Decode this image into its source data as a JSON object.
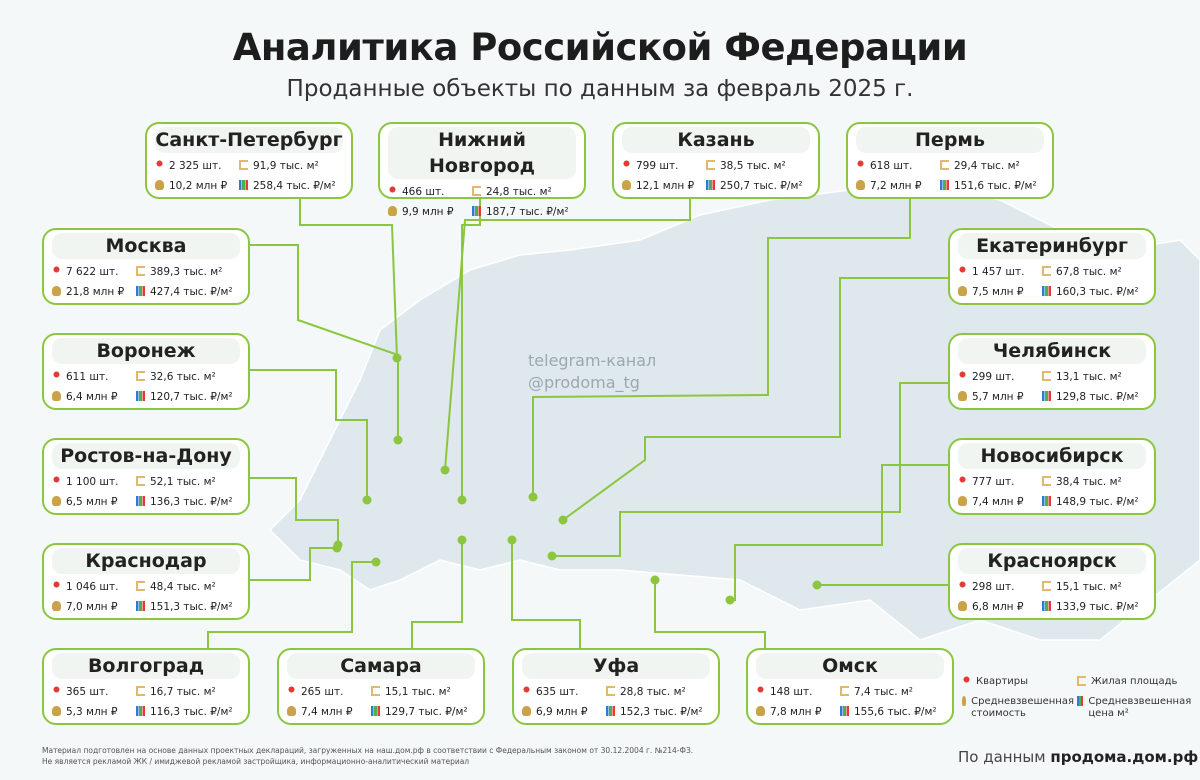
{
  "header": {
    "title": "Аналитика Российской Федерации",
    "subtitle": "Проданные объекты по данным за февраль 2025 г."
  },
  "watermark": {
    "line1": "telegram-канал",
    "line2": "@prodoma_tg"
  },
  "accent_color": "#8cc63f",
  "cities": [
    {
      "name": "Санкт-Петербург",
      "count": "2 325 шт.",
      "area": "91,9 тыс. м²",
      "price": "10,2 млн ₽",
      "price_m2": "258,4 тыс. ₽/м²"
    },
    {
      "name": "Нижний Новгород",
      "count": "466 шт.",
      "area": "24,8 тыс. м²",
      "price": "9,9 млн ₽",
      "price_m2": "187,7 тыс. ₽/м²"
    },
    {
      "name": "Казань",
      "count": "799 шт.",
      "area": "38,5 тыс. м²",
      "price": "12,1 млн ₽",
      "price_m2": "250,7 тыс. ₽/м²"
    },
    {
      "name": "Пермь",
      "count": "618 шт.",
      "area": "29,4 тыс. м²",
      "price": "7,2 млн ₽",
      "price_m2": "151,6 тыс. ₽/м²"
    },
    {
      "name": "Москва",
      "count": "7 622 шт.",
      "area": "389,3 тыс. м²",
      "price": "21,8 млн ₽",
      "price_m2": "427,4 тыс. ₽/м²"
    },
    {
      "name": "Воронеж",
      "count": "611 шт.",
      "area": "32,6 тыс. м²",
      "price": "6,4 млн ₽",
      "price_m2": "120,7 тыс. ₽/м²"
    },
    {
      "name": "Ростов-на-Дону",
      "count": "1 100 шт.",
      "area": "52,1 тыс. м²",
      "price": "6,5 млн ₽",
      "price_m2": "136,3 тыс. ₽/м²"
    },
    {
      "name": "Краснодар",
      "count": "1 046 шт.",
      "area": "48,4 тыс. м²",
      "price": "7,0 млн ₽",
      "price_m2": "151,3 тыс. ₽/м²"
    },
    {
      "name": "Волгоград",
      "count": "365 шт.",
      "area": "16,7 тыс. м²",
      "price": "5,3 млн ₽",
      "price_m2": "116,3 тыс. ₽/м²"
    },
    {
      "name": "Самара",
      "count": "265 шт.",
      "area": "15,1 тыс. м²",
      "price": "7,4 млн ₽",
      "price_m2": "129,7 тыс. ₽/м²"
    },
    {
      "name": "Уфа",
      "count": "635 шт.",
      "area": "28,8 тыс. м²",
      "price": "6,9 млн ₽",
      "price_m2": "152,3 тыс. ₽/м²"
    },
    {
      "name": "Омск",
      "count": "148 шт.",
      "area": "7,4 тыс. м²",
      "price": "7,8 млн ₽",
      "price_m2": "155,6 тыс. ₽/м²"
    },
    {
      "name": "Екатеринбург",
      "count": "1 457 шт.",
      "area": "67,8 тыс. м²",
      "price": "7,5 млн ₽",
      "price_m2": "160,3 тыс. ₽/м²"
    },
    {
      "name": "Челябинск",
      "count": "299 шт.",
      "area": "13,1 тыс. м²",
      "price": "5,7 млн ₽",
      "price_m2": "129,8 тыс. ₽/м²"
    },
    {
      "name": "Новосибирск",
      "count": "777 шт.",
      "area": "38,4 тыс. м²",
      "price": "7,4 млн ₽",
      "price_m2": "148,9 тыс. ₽/м²"
    },
    {
      "name": "Красноярск",
      "count": "298 шт.",
      "area": "15,1 тыс. м²",
      "price": "6,8 млн ₽",
      "price_m2": "133,9 тыс. ₽/м²"
    }
  ],
  "legend": {
    "count": "Квартиры",
    "area": "Жилая площадь",
    "price": "Средневзвешенная стоимость",
    "price_m2": "Средневзвешенная цена м²"
  },
  "footer": {
    "line1": "Материал подготовлен на основе данных проектных деклараций, загруженных на наш.дом.рф в соответствии с Федеральным законом от 30.12.2004 г. №214-ФЗ.",
    "line2": "Не является рекламой ЖК / имиджевой рекламой застройщика, информационно-аналитический материал",
    "source_prefix": "По данным",
    "source_name": "продома.дом.рф"
  }
}
